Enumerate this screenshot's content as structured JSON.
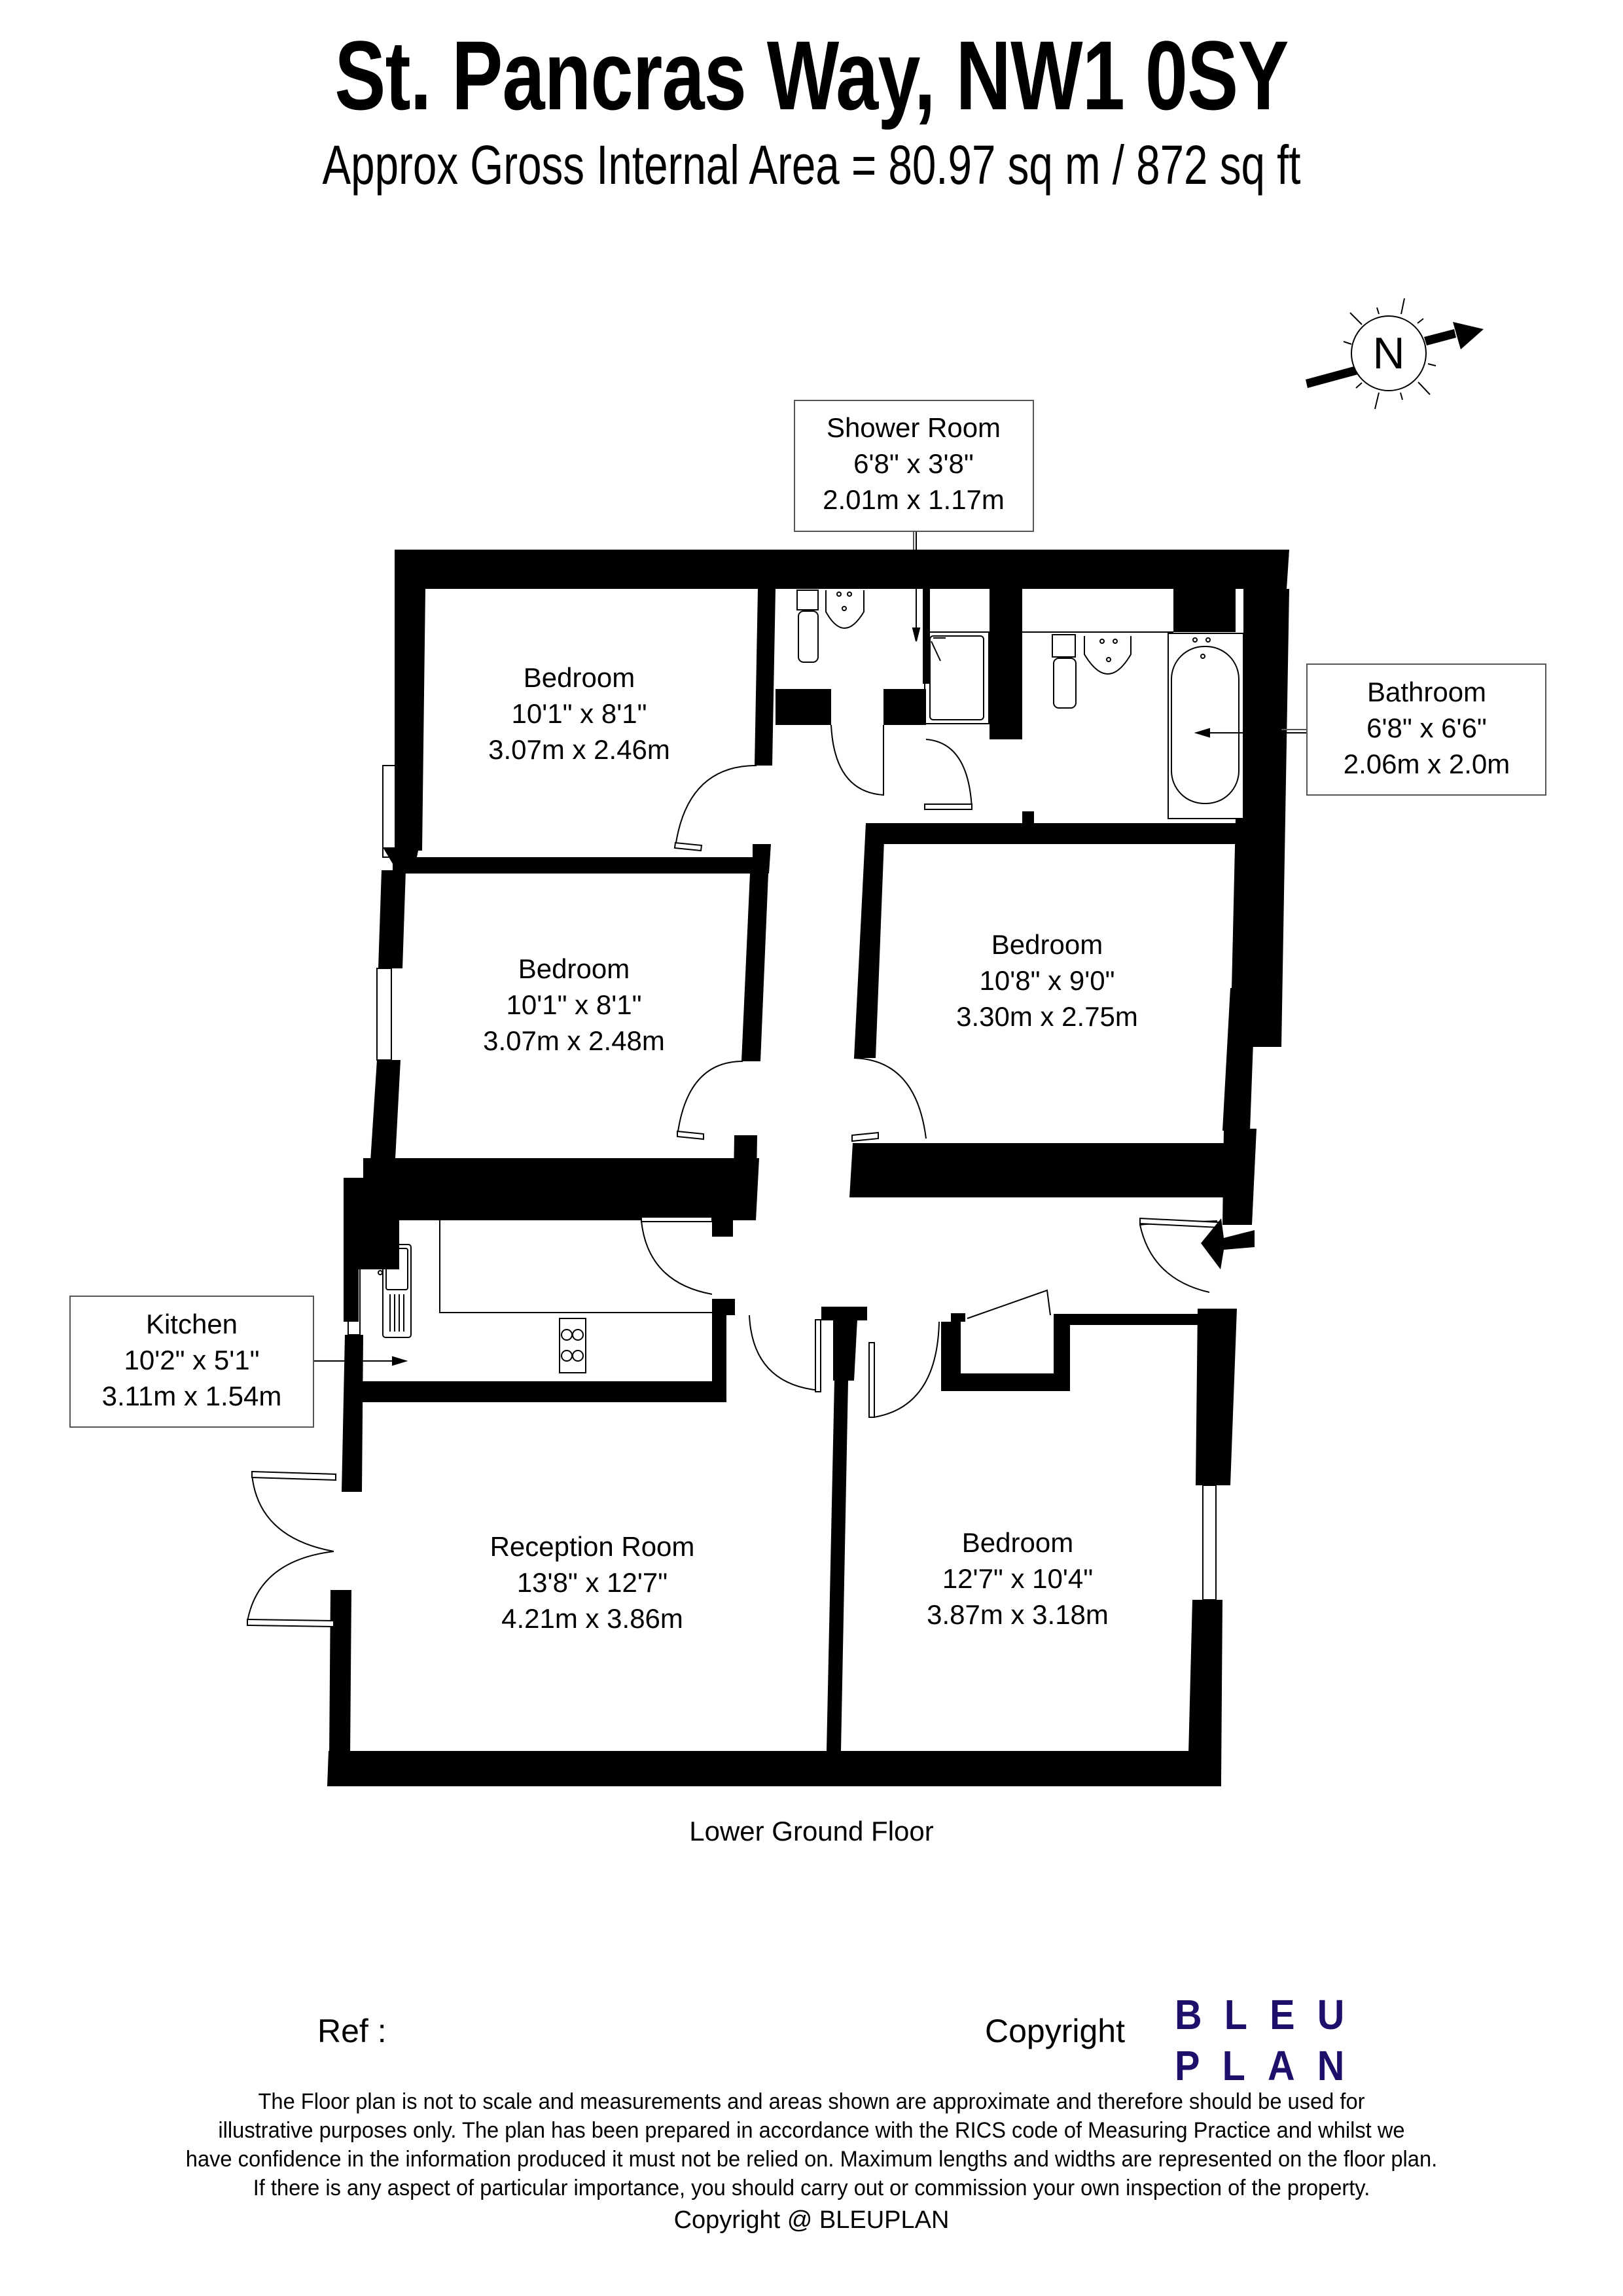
{
  "header": {
    "title": "St. Pancras Way, NW1 0SY",
    "subtitle": "Approx Gross Internal Area = 80.97 sq m / 872 sq ft"
  },
  "compass": {
    "label": "N",
    "icon": "north-arrow-icon"
  },
  "rooms": [
    {
      "name": "Bedroom",
      "imperial": "10'1\" x 8'1\"",
      "metric": "3.07m x 2.46m"
    },
    {
      "name": "Bedroom",
      "imperial": "10'1\" x 8'1\"",
      "metric": "3.07m x 2.48m"
    },
    {
      "name": "Bedroom",
      "imperial": "10'8\" x 9'0\"",
      "metric": "3.30m x 2.75m"
    },
    {
      "name": "Reception Room",
      "imperial": "13'8\" x 12'7\"",
      "metric": "4.21m x 3.86m"
    },
    {
      "name": "Bedroom",
      "imperial": "12'7\" x 10'4\"",
      "metric": "3.87m x 3.18m"
    }
  ],
  "callouts": {
    "shower_room": {
      "name": "Shower Room",
      "imperial": "6'8\" x 3'8\"",
      "metric": "2.01m x 1.17m"
    },
    "bathroom": {
      "name": "Bathroom",
      "imperial": "6'8\" x 6'6\"",
      "metric": "2.06m x 2.0m"
    },
    "kitchen": {
      "name": "Kitchen",
      "imperial": "10'2\" x 5'1\"",
      "metric": "3.11m x 1.54m"
    }
  },
  "floor_name": "Lower Ground Floor",
  "footer": {
    "ref_label": "Ref  :",
    "copyright_label": "Copyright",
    "logo_line1": "BLEU",
    "logo_line2": "PLAN",
    "logo_color": "#1f0f6b",
    "disclaimer": [
      "The Floor plan is not to scale and measurements and areas shown are approximate and therefore should be used for",
      "illustrative purposes only. The plan has been prepared in accordance with the RICS code of Measuring Practice and whilst we",
      "have confidence in the information produced it must not be relied on. Maximum lengths and widths are represented on the floor plan.",
      "If there is any aspect of particular importance, you should carry out or commission your own inspection of the property."
    ],
    "copyright_line": "Copyright @ BLEUPLAN"
  }
}
